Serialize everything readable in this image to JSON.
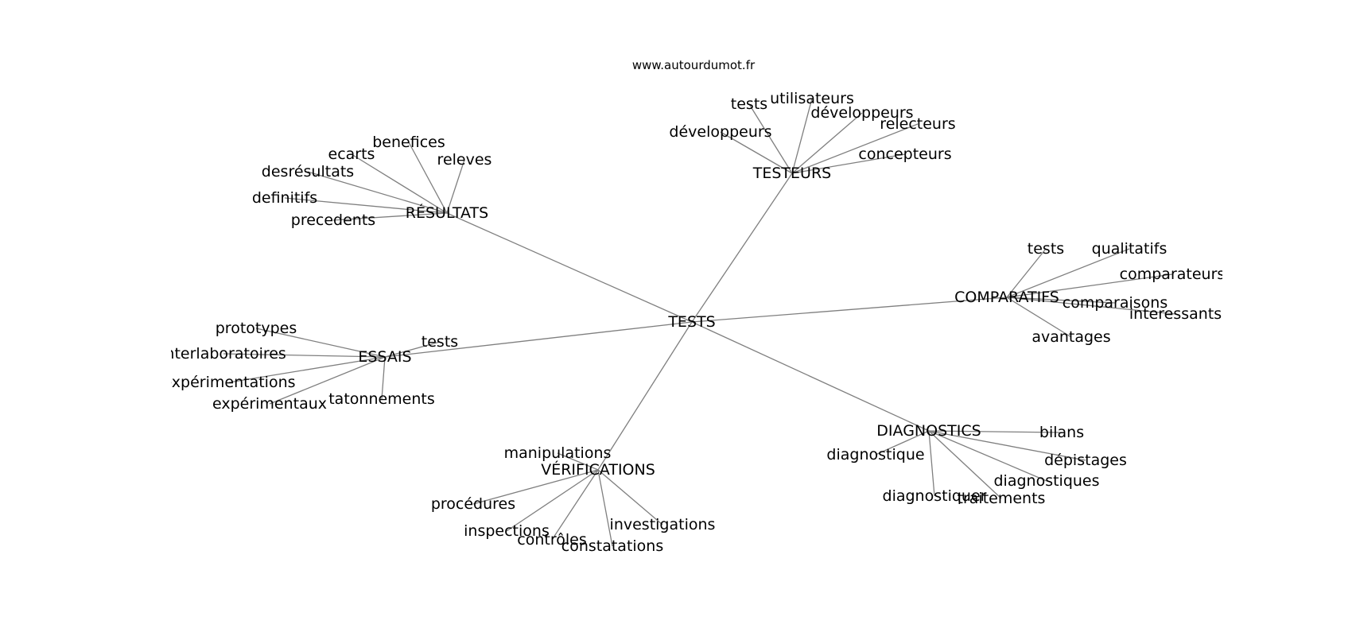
{
  "source": "www.autourdumot.fr",
  "graph": {
    "center": "TESTS",
    "groups": [
      {
        "id": "testeurs",
        "label": "TESTEURS",
        "leaves": [
          "tests",
          "utilisateurs",
          "développeurs",
          "relecteurs",
          "concepteurs",
          "développeurs"
        ]
      },
      {
        "id": "resultats",
        "label": "RÉSULTATS",
        "leaves": [
          "benefices",
          "ecarts",
          "releves",
          "desrésultats",
          "definitifs",
          "precedents"
        ]
      },
      {
        "id": "comparatifs",
        "label": "COMPARATIFS",
        "leaves": [
          "tests",
          "qualitatifs",
          "comparateurs",
          "comparaisons",
          "interessants",
          "avantages"
        ]
      },
      {
        "id": "essais",
        "label": "ESSAIS",
        "leaves": [
          "tests",
          "prototypes",
          "interlaboratoires",
          "expérimentations",
          "expérimentaux",
          "tatonnements"
        ]
      },
      {
        "id": "diagnostics",
        "label": "DIAGNOSTICS",
        "leaves": [
          "bilans",
          "diagnostique",
          "dépistages",
          "diagnostiques",
          "diagnostiquer",
          "traitements"
        ]
      },
      {
        "id": "verifications",
        "label": "VÉRIFICATIONS",
        "leaves": [
          "manipulations",
          "procédures",
          "inspections",
          "contrôles",
          "constatations",
          "investigations"
        ]
      }
    ]
  }
}
